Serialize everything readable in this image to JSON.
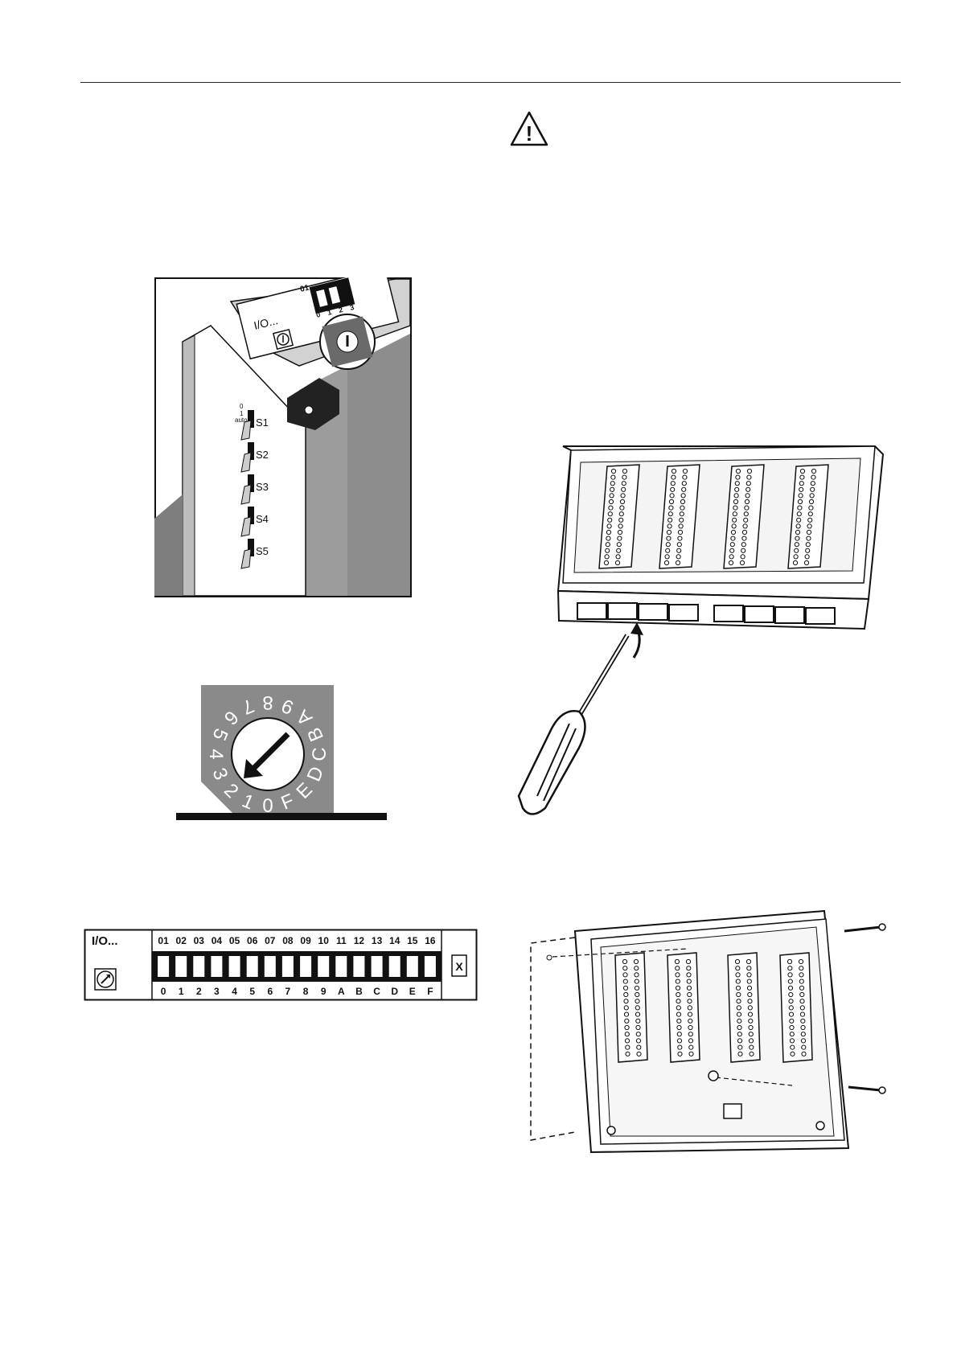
{
  "caution_symbol": "!",
  "panel_io_label": "I/O...",
  "closeup": {
    "io_label": "I/O...",
    "top_number": "01",
    "bottom_numbers": [
      "0",
      "1",
      "2",
      "3"
    ],
    "switches": [
      "S1",
      "S2",
      "S3",
      "S4",
      "S5"
    ],
    "switch_positions": [
      "0",
      "1",
      "auto"
    ]
  },
  "dial_digits": [
    "0",
    "1",
    "2",
    "3",
    "4",
    "5",
    "6",
    "7",
    "8",
    "9",
    "A",
    "B",
    "C",
    "D",
    "E",
    "F"
  ],
  "address_strip": {
    "io_label": "I/O...",
    "top_numbers": [
      "01",
      "02",
      "03",
      "04",
      "05",
      "06",
      "07",
      "08",
      "09",
      "10",
      "11",
      "12",
      "13",
      "14",
      "15",
      "16"
    ],
    "bottom_numbers": [
      "0",
      "1",
      "2",
      "3",
      "4",
      "5",
      "6",
      "7",
      "8",
      "9",
      "A",
      "B",
      "C",
      "D",
      "E",
      "F"
    ],
    "close_mark": "X"
  },
  "icons": [
    "caution-triangle-icon",
    "rotary-switch-icon",
    "screwdriver-icon",
    "screw-icon",
    "arrow-icon"
  ]
}
